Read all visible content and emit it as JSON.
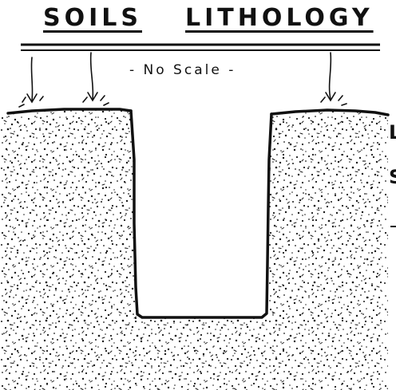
{
  "header": {
    "left_title": "SOILS",
    "right_title": "LITHOLOGY"
  },
  "scale_note": "- No Scale -",
  "cutoff_text": {
    "line1": "L",
    "line2": "S"
  },
  "colors": {
    "ink": "#111111",
    "paper": "#ffffff"
  }
}
